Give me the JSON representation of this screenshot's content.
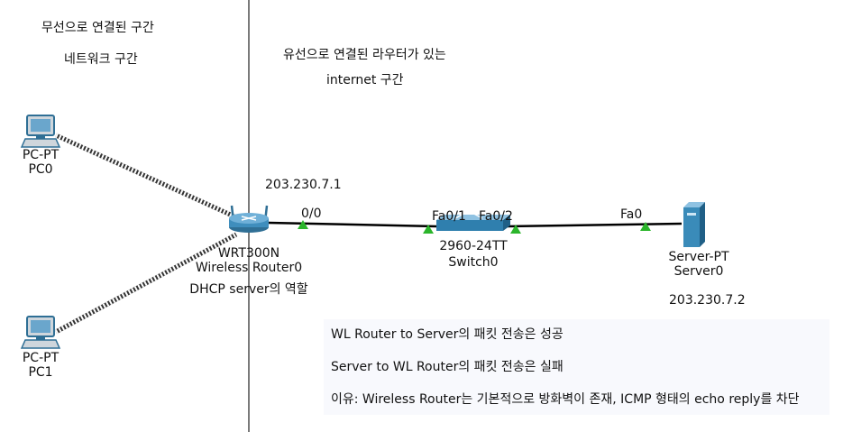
{
  "zones": {
    "wireless_title_line1": "무선으로 연결된 구간",
    "wireless_title_line2": "네트워크 구간",
    "wired_title_line1": "유선으로 연결된 라우터가 있는",
    "wired_title_line2": "internet 구간"
  },
  "devices": {
    "pc0": {
      "type": "PC-PT",
      "name": "PC0"
    },
    "pc1": {
      "type": "PC-PT",
      "name": "PC1"
    },
    "router": {
      "model": "WRT300N",
      "name": "Wireless Router0",
      "role": "DHCP server의 역할",
      "ip": "203.230.7.1",
      "port": "0/0"
    },
    "switch": {
      "model": "2960-24TT",
      "name": "Switch0",
      "port_left": "Fa0/1",
      "port_right": "Fa0/2"
    },
    "server": {
      "type": "Server-PT",
      "name": "Server0",
      "ip": "203.230.7.2",
      "port": "Fa0"
    }
  },
  "notes": {
    "line1": "WL Router to Server의 패킷 전송은 성공",
    "line2": "Server to WL Router의 패킷 전송은 실패",
    "line3": "이유: Wireless Router는 기본적으로 방화벽이 존재, ICMP 형태의 echo reply를 차단"
  },
  "colors": {
    "link": "#000000",
    "link_up": "#2bb52b",
    "device_blue": "#2f7fae",
    "note_bg": "#f8f9fd"
  }
}
